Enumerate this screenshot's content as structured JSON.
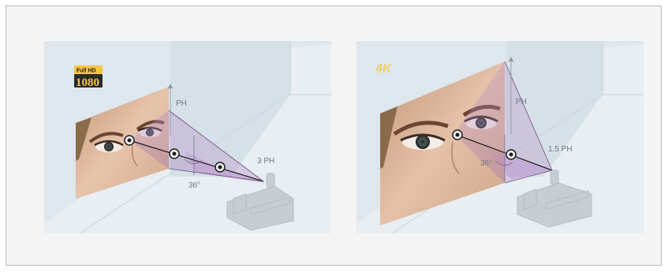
{
  "panels": [
    {
      "badge": {
        "top": "Full HD",
        "main": "1080"
      },
      "height_label": "PH",
      "distance_label": "3 PH",
      "angle_label": "36°"
    },
    {
      "badge": {
        "main": "4K"
      },
      "height_label": "PH",
      "distance_label": "1.5 PH",
      "angle_label": "36°"
    }
  ],
  "colors": {
    "wall": "#dde7ed",
    "floor": "#e9eff3",
    "viewing_cone": "#a57ab8",
    "badge_gold": "#f5c542"
  }
}
